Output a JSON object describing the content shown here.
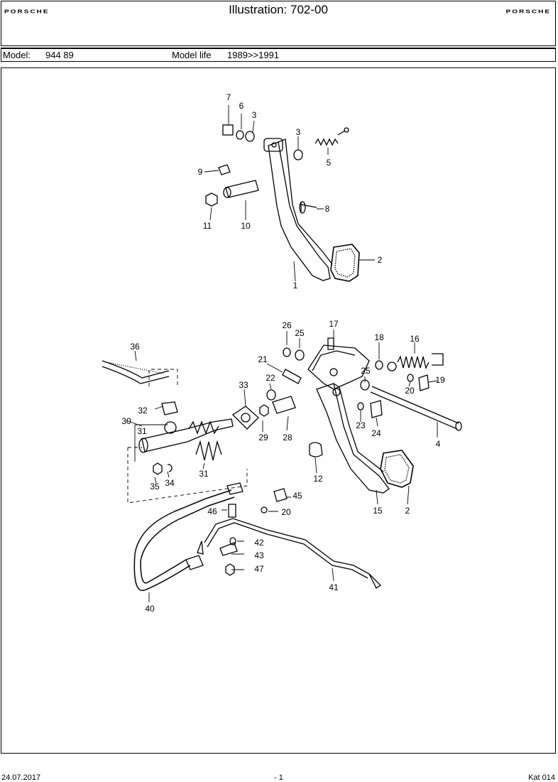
{
  "header": {
    "brand_left": "PORSCHE",
    "brand_right": "PORSCHE",
    "title": "Illustration: 702-00"
  },
  "model_bar": {
    "model_label": "Model:",
    "model_value": "944 89",
    "life_label": "Model life",
    "life_value": "1989>>1991"
  },
  "callouts": [
    "7",
    "6",
    "3",
    "3",
    "5",
    "9",
    "8",
    "11",
    "10",
    "2",
    "1",
    "26",
    "25",
    "17",
    "18",
    "16",
    "21",
    "25",
    "19",
    "20",
    "22",
    "36",
    "33",
    "30",
    "32",
    "31",
    "29",
    "28",
    "23",
    "24",
    "4",
    "31",
    "12",
    "35",
    "34",
    "45",
    "15",
    "2",
    "46",
    "20",
    "42",
    "43",
    "47",
    "41",
    "40"
  ],
  "footer": {
    "date": "24.07.2017",
    "page": "- 1",
    "catalog": "Kat 014"
  }
}
